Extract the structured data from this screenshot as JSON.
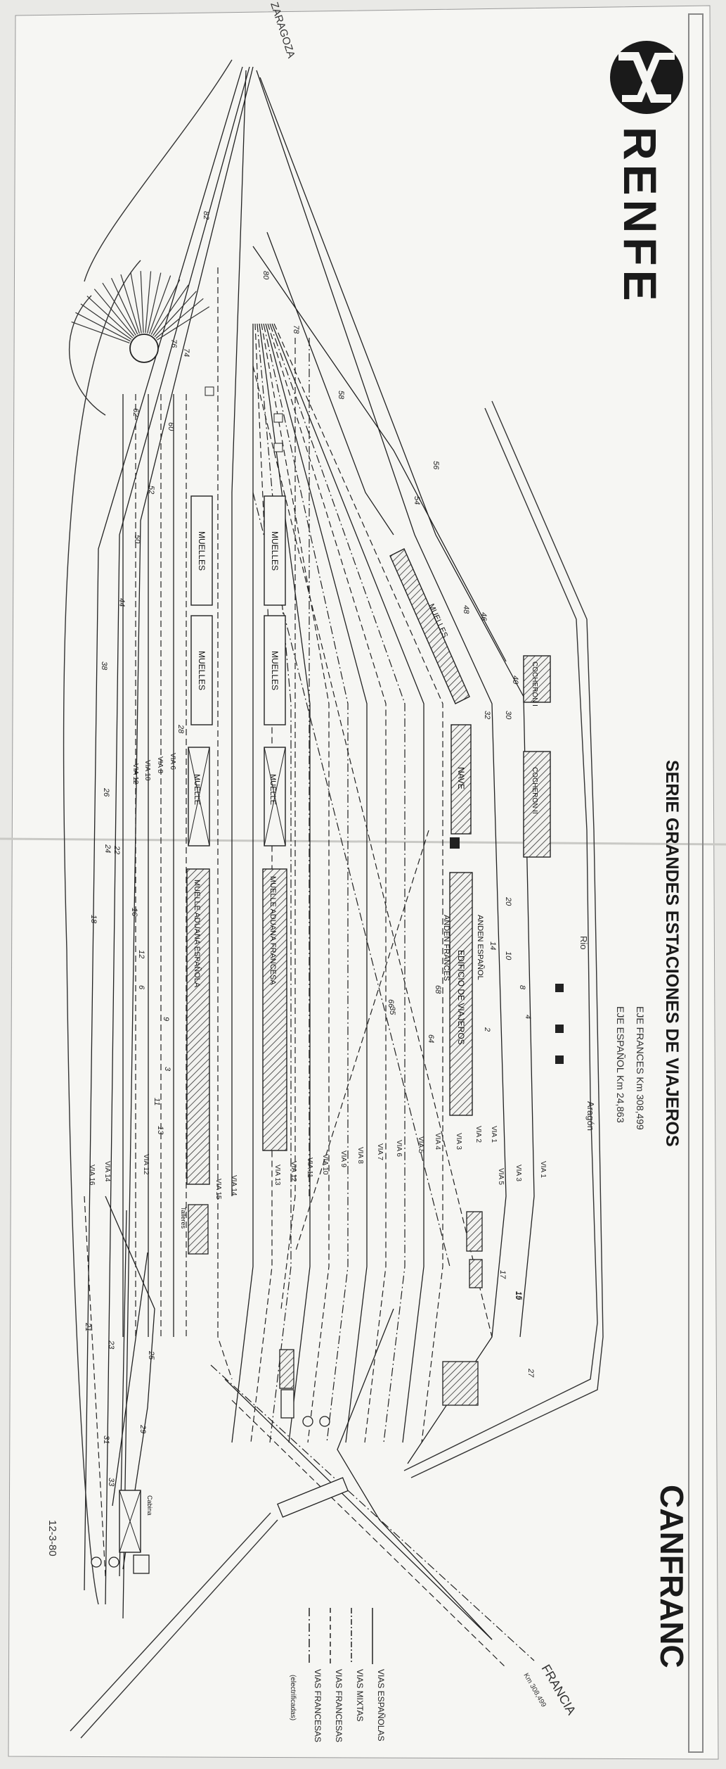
{
  "brand": {
    "name": "RENFE",
    "logo_icon": "renfe-logo-icon"
  },
  "header": {
    "series": "SERIE GRANDES ESTACIONES DE VIAJEROS",
    "station": "CANFRANC",
    "date": "12-3-80"
  },
  "axes": {
    "spanish": "EJE ESPAÑOL Km 24,863",
    "french": "EJE FRANCES Km 308,499"
  },
  "directions": {
    "zaragoza": "ZARAGOZA",
    "francia": "FRANCIA",
    "francia_sub": "Km 308,499"
  },
  "rivers": {
    "rio": "Rio",
    "aragon": "Aragón"
  },
  "legend": {
    "spanish": "VIAS ESPAÑOLAS",
    "mixed": "VIAS MIXTAS",
    "french": "VIAS FRANCESAS",
    "french_electrified": "VIAS FRANCESAS",
    "electrified_note": "(electrificadas)"
  },
  "platforms": {
    "anden_espanol": "ANDEN ESPAÑOL",
    "anden_frances": "ANDEN FRANCES",
    "edificio": "EDIFICIO DE VIAJEROS"
  },
  "buildings": {
    "nave": "NAVE",
    "muelle_diag": "MUELLES",
    "muelle_aduana_fr": "MUELLE ADUANA FRANCESA",
    "muelle_aduana_es": "MUELLE ADUANA ESPAÑOLA",
    "muelle_small_1": "MUELLE",
    "muelle_small_2": "MUELLE",
    "muelles_1": "MUELLES",
    "muelles_2": "MUELLES",
    "muelles_3": "MUELLES",
    "muelles_4": "MUELLES",
    "cochera_1": "COCHERON I",
    "cochera_2": "COCHERON II",
    "tallere": "Talleres",
    "cabin": "Cabina"
  },
  "vias_upper": [
    "VIA 1",
    "VIA 3",
    "VIA 5",
    "VIA 1",
    "VIA 2",
    "VIA 3",
    "VIA 4",
    "VIA 5",
    "VIA 6",
    "VIA 7",
    "VIA 8",
    "VIA 9",
    "VIA 10",
    "VIA 11",
    "VIA 12",
    "VIA 13",
    "VIA 14",
    "VIA 15"
  ],
  "vias_lower": [
    "VIA 6",
    "VIA 8",
    "VIA 10",
    "VIA 12",
    "VIA 12",
    "VIA 14",
    "VIA 16"
  ],
  "switch_numbers": [
    "82",
    "80",
    "78",
    "76",
    "74",
    "62",
    "60",
    "58",
    "56",
    "54",
    "52",
    "50",
    "48",
    "46",
    "44",
    "40",
    "38",
    "32",
    "30",
    "28",
    "26",
    "24",
    "22",
    "20",
    "18",
    "16",
    "14",
    "12",
    "10",
    "9",
    "8",
    "6",
    "4",
    "3",
    "2",
    "11",
    "13",
    "15",
    "17",
    "19",
    "21",
    "23",
    "25",
    "27",
    "29",
    "31",
    "33",
    "35",
    "66",
    "64",
    "68"
  ]
}
